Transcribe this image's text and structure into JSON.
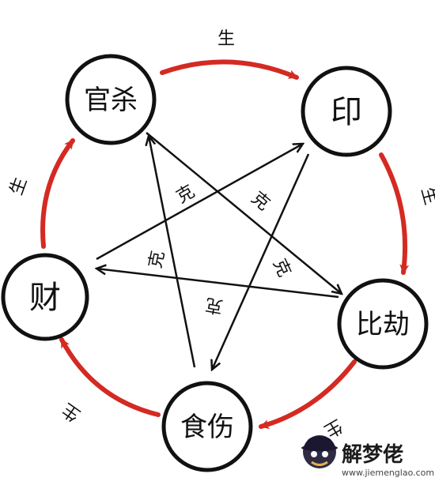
{
  "diagram": {
    "nodes": {
      "guansha": "官杀",
      "yin": "印",
      "bijie": "比劫",
      "shishang": "食伤",
      "cai": "财"
    },
    "generate_label": "生",
    "control_label": "克",
    "colors": {
      "generate_arrow": "#d42a22",
      "control_arrow": "#111111",
      "node_border": "#111111"
    }
  },
  "watermark": {
    "brand": "解梦佬",
    "url": "www.jiemenglao.com",
    "icon": "detective-icon"
  }
}
